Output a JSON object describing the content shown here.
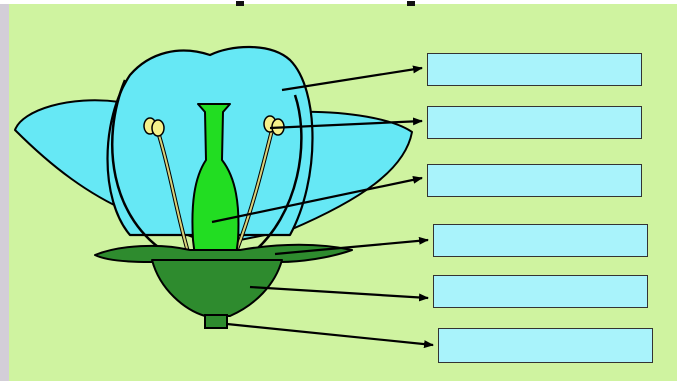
{
  "colors": {
    "background": "#cff3a0",
    "left_edge_bar": "#d3ced8",
    "petal": "#66e8f5",
    "pistil": "#22dd22",
    "stamen": "#f5f08a",
    "sepal": "#2e8b2e",
    "receptacle": "#2e8b2e",
    "outline": "#000000",
    "label_box": "#a9f3fb",
    "arrow": "#000000"
  },
  "labels": [
    {
      "id": "petal",
      "text": ""
    },
    {
      "id": "anther",
      "text": ""
    },
    {
      "id": "pistil",
      "text": ""
    },
    {
      "id": "sepal",
      "text": ""
    },
    {
      "id": "receptacle",
      "text": ""
    },
    {
      "id": "stalk",
      "text": ""
    }
  ]
}
